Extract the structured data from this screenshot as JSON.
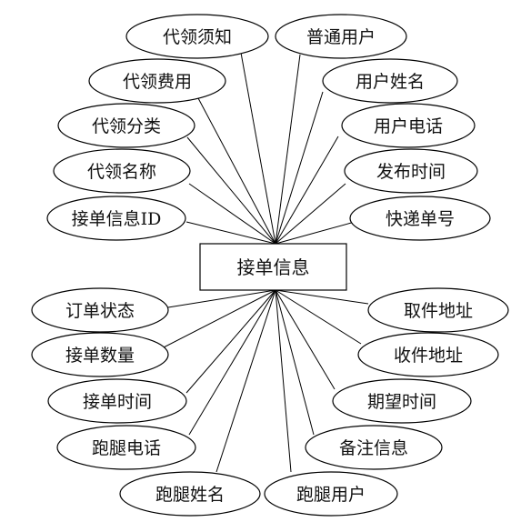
{
  "entity": {
    "label": "接单信息"
  },
  "attributes": [
    {
      "id": "daiqu-xuzhi",
      "label": "代领须知"
    },
    {
      "id": "putong-yonghu",
      "label": "普通用户"
    },
    {
      "id": "daiqu-feiyong",
      "label": "代领费用"
    },
    {
      "id": "yonghu-xingming",
      "label": "用户姓名"
    },
    {
      "id": "daiqu-fenlei",
      "label": "代领分类"
    },
    {
      "id": "yonghu-dianhua",
      "label": "用户电话"
    },
    {
      "id": "daiqu-mingcheng",
      "label": "代领名称"
    },
    {
      "id": "fabu-shijian",
      "label": "发布时间"
    },
    {
      "id": "jiedan-xinxi-id",
      "label": "接单信息ID"
    },
    {
      "id": "kuaidi-danhao",
      "label": "快递单号"
    },
    {
      "id": "dingdan-zhuangtai",
      "label": "订单状态"
    },
    {
      "id": "qujian-dizhi",
      "label": "取件地址"
    },
    {
      "id": "jiedan-shuliang",
      "label": "接单数量"
    },
    {
      "id": "shoujian-dizhi",
      "label": "收件地址"
    },
    {
      "id": "jiedan-shijian",
      "label": "接单时间"
    },
    {
      "id": "qiwang-shijian",
      "label": "期望时间"
    },
    {
      "id": "paotui-dianhua",
      "label": "跑腿电话"
    },
    {
      "id": "beizhu-xinxi",
      "label": "备注信息"
    },
    {
      "id": "paotui-xingming",
      "label": "跑腿姓名"
    },
    {
      "id": "paotui-yonghu",
      "label": "跑腿用户"
    }
  ]
}
